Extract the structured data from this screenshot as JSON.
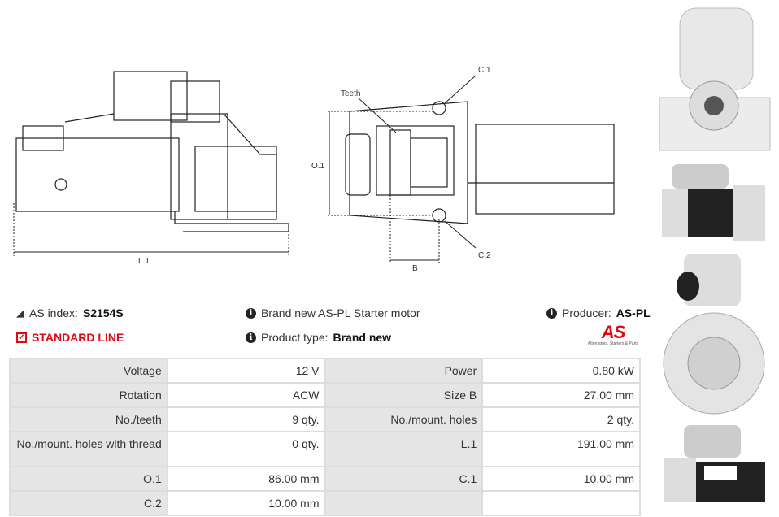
{
  "drawing": {
    "labels": {
      "l1": "L.1",
      "teeth": "Teeth",
      "o1": "O.1",
      "c1": "C.1",
      "c2": "C.2",
      "b": "B"
    }
  },
  "info": {
    "as_index_label": "AS index:",
    "as_index_value": "S2154S",
    "standard_line": "STANDARD LINE",
    "brand_new": "Brand new AS-PL Starter motor",
    "product_type_label": "Product type:",
    "product_type_value": "Brand new",
    "producer_label": "Producer:",
    "producer_value": "AS-PL",
    "logo_text": "AS",
    "logo_tagline": "Alternators, Starters & Parts"
  },
  "colors": {
    "accent": "#e30613"
  },
  "specs": [
    [
      {
        "label": "Voltage",
        "value": "12 V"
      },
      {
        "label": "Power",
        "value": "0.80 kW"
      }
    ],
    [
      {
        "label": "Rotation",
        "value": "ACW"
      },
      {
        "label": "Size B",
        "value": "27.00 mm"
      }
    ],
    [
      {
        "label": "No./teeth",
        "value": "9 qty."
      },
      {
        "label": "No./mount. holes",
        "value": "2 qty."
      }
    ],
    [
      {
        "label": "No./mount. holes with thread",
        "value": "0 qty."
      },
      {
        "label": "L.1",
        "value": "191.00 mm"
      }
    ],
    [
      {
        "label": "O.1",
        "value": "86.00 mm"
      },
      {
        "label": "C.1",
        "value": "10.00 mm"
      }
    ],
    [
      {
        "label": "C.2",
        "value": "10.00 mm"
      },
      {
        "label": "",
        "value": ""
      }
    ]
  ]
}
